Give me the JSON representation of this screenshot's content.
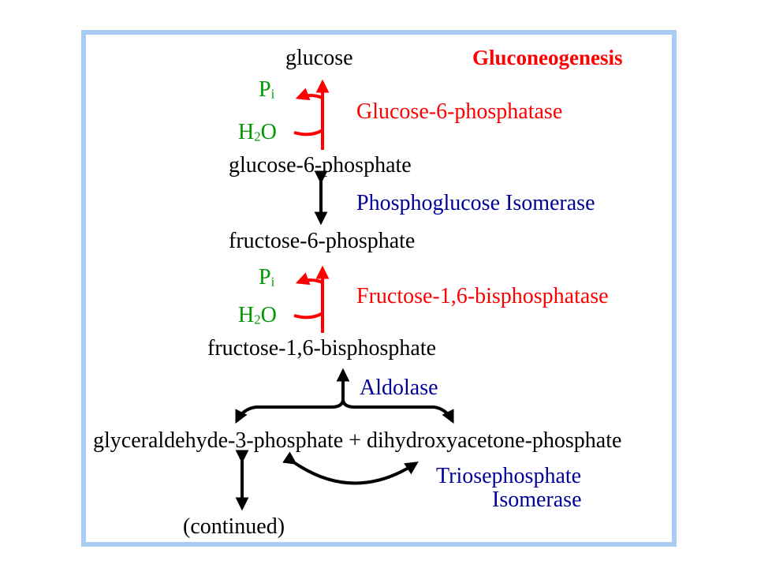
{
  "title": "Gluconeogenesis",
  "compounds": {
    "glucose": "glucose",
    "g6p": "glucose-6-phosphate",
    "f6p": "fructose-6-phosphate",
    "f16bp": "fructose-1,6-bisphosphate",
    "trioses": "glyceraldehyde-3-phosphate + dihydroxyacetone-phosphate",
    "continued": "(continued)"
  },
  "cofactors": {
    "pi_1": {
      "main": "P",
      "sub": "i"
    },
    "h2o_1": {
      "pre": "H",
      "sub": "2",
      "post": "O"
    },
    "pi_2": {
      "main": "P",
      "sub": "i"
    },
    "h2o_2": {
      "pre": "H",
      "sub": "2",
      "post": "O"
    }
  },
  "enzymes": {
    "g6pase": "Glucose-6-phosphatase",
    "pgi": "Phosphoglucose Isomerase",
    "fbpase": "Fructose-1,6-bisphosphatase",
    "aldolase": "Aldolase",
    "tpi_line1": "Triosephosphate",
    "tpi_line2": "Isomerase"
  },
  "colors": {
    "irreversible_step": "#ff0000",
    "enzyme_reversible": "#000099",
    "cofactor": "#009900",
    "frame": "#a9cdf2"
  }
}
